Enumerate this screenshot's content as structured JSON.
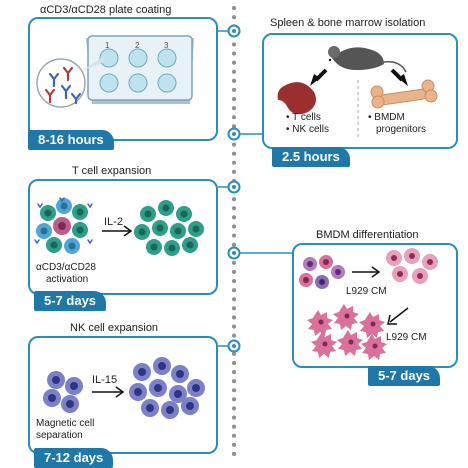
{
  "panels": {
    "plate_coating": {
      "title": "αCD3/αCD28 plate coating",
      "duration": "8-16 hours",
      "well_numbers": [
        "1",
        "2",
        "3"
      ]
    },
    "isolation": {
      "title": "Spleen & bone marrow isolation",
      "duration": "2.5 hours",
      "left_list": [
        "T cells",
        "NK cells"
      ],
      "right_list": [
        "BMDM",
        "progenitors"
      ]
    },
    "t_cell": {
      "title": "T cell expansion",
      "cytokine": "IL-2",
      "activation": [
        "αCD3/αCD28",
        "activation"
      ],
      "duration": "5-7 days"
    },
    "bmdm": {
      "title": "BMDM differentiation",
      "medium_1": "L929 CM",
      "medium_2": "L929 CM",
      "duration": "5-7 days"
    },
    "nk_cell": {
      "title": "NK cell expansion",
      "cytokine": "IL-15",
      "separation": [
        "Magnetic cell",
        "separation"
      ],
      "duration": "7-12 days"
    }
  },
  "colors": {
    "border": "#2a8fb8",
    "badge": "#1f78a8",
    "t_cell": "#2e9e8a",
    "nk_cell": "#5b63b8",
    "macrophage": "#d9719a",
    "timeline": "#8f8f8f"
  }
}
